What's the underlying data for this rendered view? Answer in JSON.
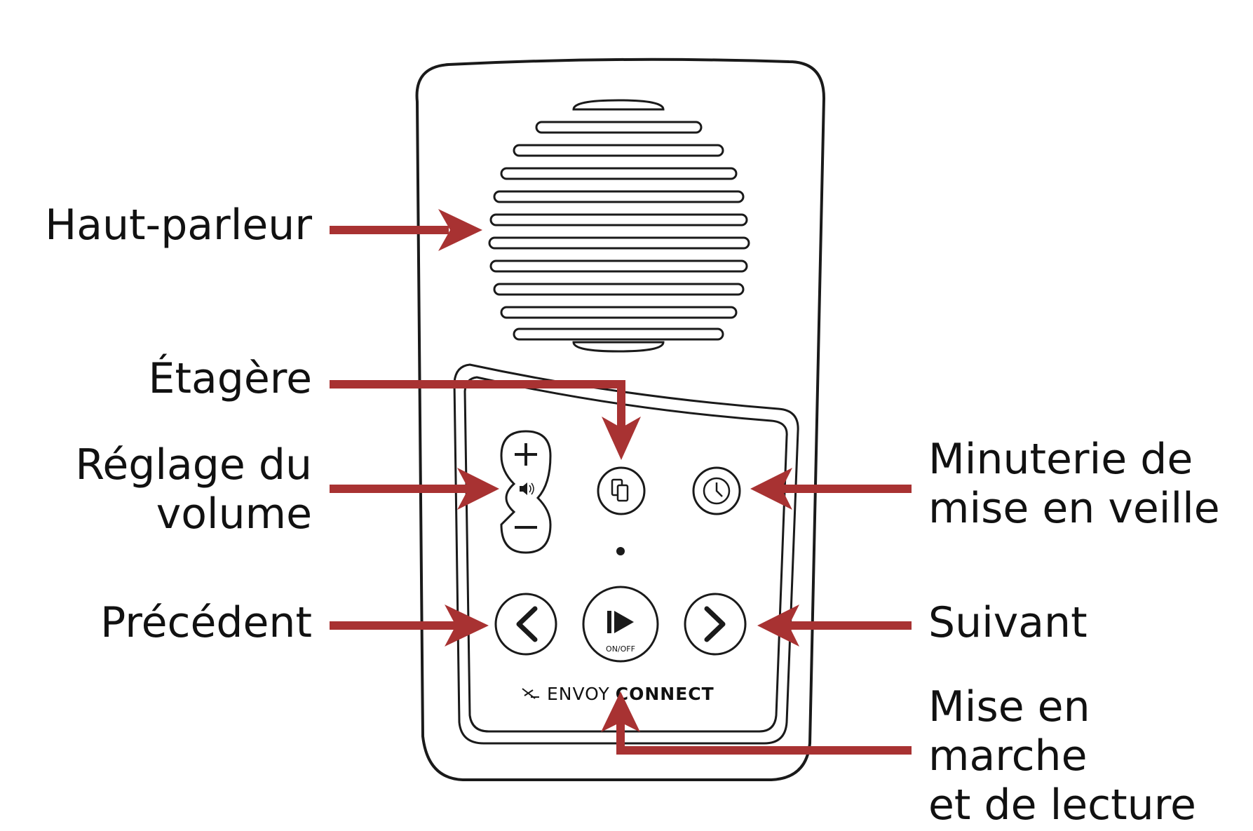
{
  "labels": {
    "speaker": "Haut-parleur",
    "shelf": "Étagère",
    "volume_line1": "Réglage du",
    "volume_line2": "volume",
    "previous": "Précédent",
    "sleep_timer_line1": "Minuterie de",
    "sleep_timer_line2": "mise en veille",
    "next": "Suivant",
    "power_play_line1": "Mise en",
    "power_play_line2": "marche",
    "power_play_line3": "et de lecture"
  },
  "device": {
    "brand_left": "ENVOY",
    "brand_right": "CONNECT",
    "play_button_caption": "ON/OFF"
  },
  "colors": {
    "arrow": "#a83232",
    "outline": "#1a1a1a"
  }
}
